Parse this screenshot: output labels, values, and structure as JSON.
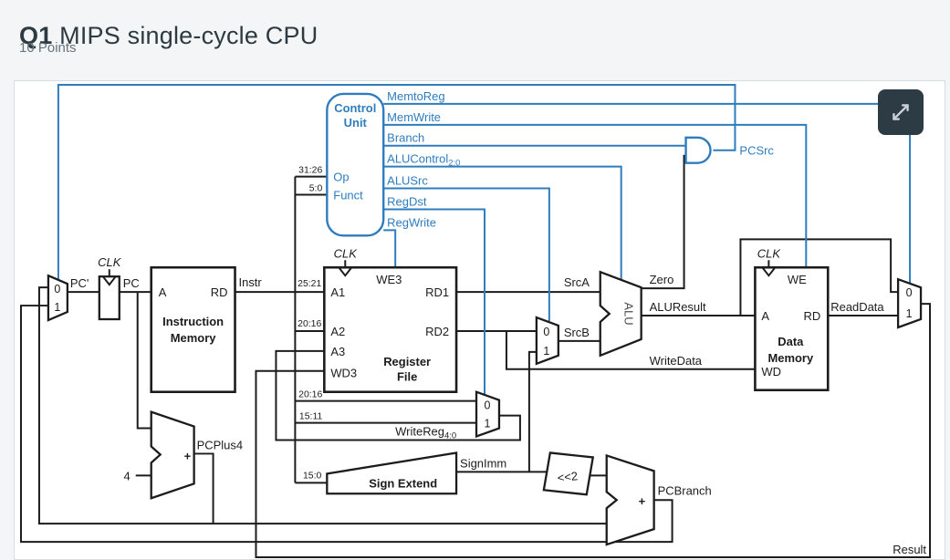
{
  "header": {
    "question": "Q1",
    "title": "MIPS single-cycle CPU",
    "points": "10 Points"
  },
  "colors": {
    "control_blue": "#2e7cbe",
    "datapath_black": "#1c1c1c",
    "button_bg": "#2d3b45",
    "page_bg": "#f4f5f6"
  },
  "diagram": {
    "labels": {
      "clk": "CLK"
    },
    "mux": {
      "zero": "0",
      "one": "1"
    },
    "control": {
      "name1": "Control",
      "name2": "Unit",
      "op": "Op",
      "funct": "Funct"
    },
    "control_signals": {
      "memtoreg": "MemtoReg",
      "memwrite": "MemWrite",
      "branch": "Branch",
      "alucontrol": "ALUControl",
      "alucontrol_bits": "2:0",
      "alusrc": "ALUSrc",
      "regdst": "RegDst",
      "regwrite": "RegWrite",
      "pcsrc": "PCSrc"
    },
    "blocks": {
      "instruction_memory": {
        "name1": "Instruction",
        "name2": "Memory",
        "a": "A",
        "rd": "RD"
      },
      "register_file": {
        "name1": "Register",
        "name2": "File",
        "we3": "WE3",
        "a1": "A1",
        "a2": "A2",
        "a3": "A3",
        "wd3": "WD3",
        "rd1": "RD1",
        "rd2": "RD2"
      },
      "data_memory": {
        "name1": "Data",
        "name2": "Memory",
        "we": "WE",
        "a": "A",
        "rd": "RD",
        "wd": "WD"
      },
      "sign_extend": "Sign Extend",
      "shift_left": "<<2",
      "alu": "ALU",
      "plus": "+"
    },
    "signals": {
      "pc_prime": "PC'",
      "pc": "PC",
      "instr": "Instr",
      "srca": "SrcA",
      "srcb": "SrcB",
      "zero": "Zero",
      "aluresult": "ALUResult",
      "writedata": "WriteData",
      "readdata": "ReadData",
      "result": "Result",
      "pcplus4": "PCPlus4",
      "pcbranch": "PCBranch",
      "signimm": "SignImm",
      "writereg": "WriteReg",
      "writereg_bits": "4:0",
      "four": "4"
    },
    "bits": {
      "op": "31:26",
      "funct": "5:0",
      "rs": "25:21",
      "rt": "20:16",
      "rt2": "20:16",
      "rd": "15:11",
      "imm": "15:0"
    }
  }
}
